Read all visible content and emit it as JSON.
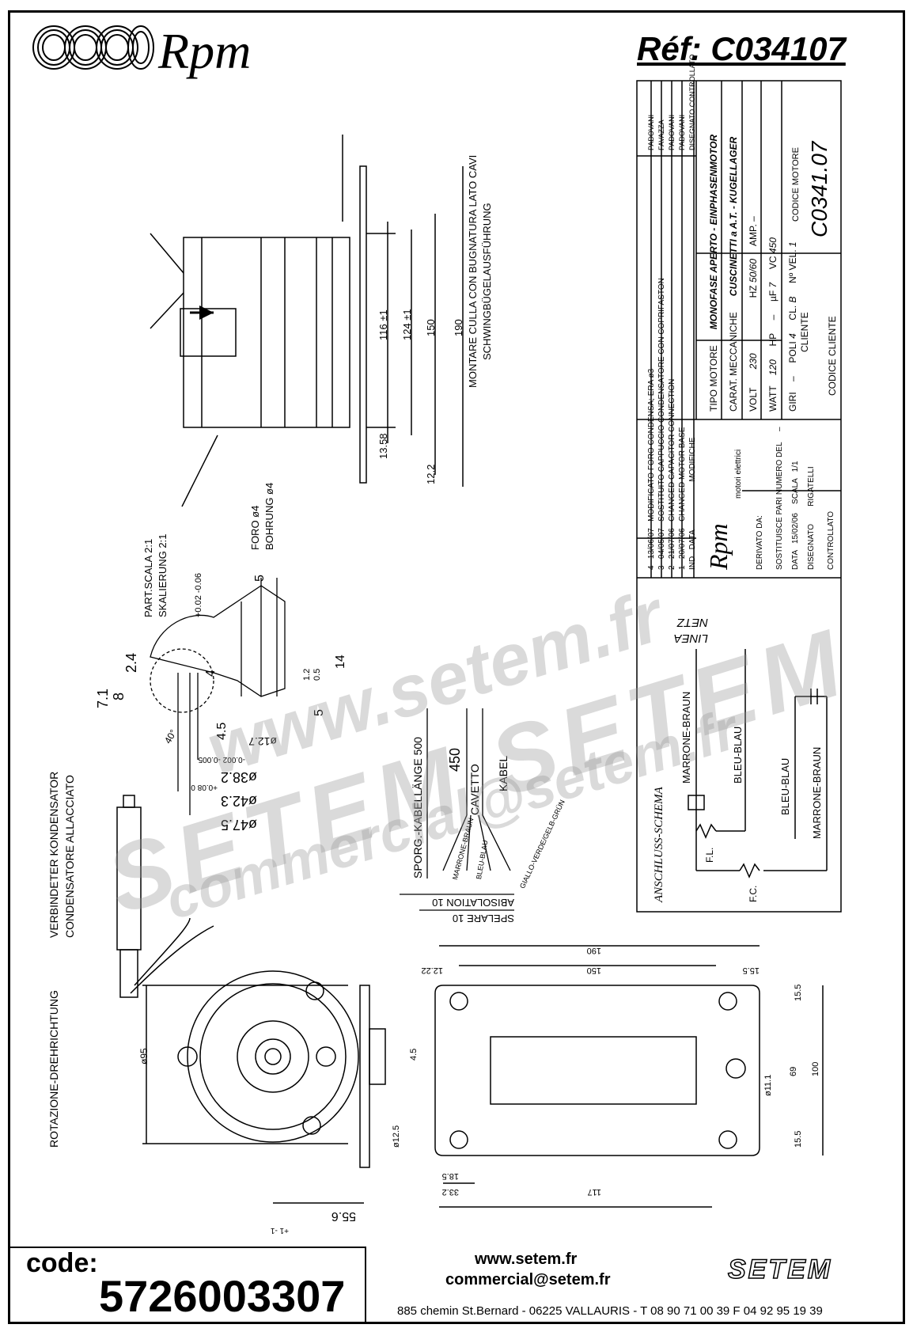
{
  "header": {
    "brand": "Rpm",
    "reference": "Réf:  C034107"
  },
  "title_block": {
    "modifications": [
      {
        "ind": "4",
        "date": "13/06/07",
        "desc": "MODIFICATO FORO CONDENSA; ERA ø3",
        "by": "PADOVANI"
      },
      {
        "ind": "3",
        "date": "04/05/07",
        "desc": "SOSTITUITO CAPPUCCIO CONDENSATORE CON COPRIFASTON",
        "by": "FAVAZZA"
      },
      {
        "ind": "2",
        "date": "21/07/06",
        "desc": "CHANGED CAPACITOR CONNECTION",
        "by": "PADOVANI"
      },
      {
        "ind": "1",
        "date": "20/07/06",
        "desc": "CHANGED MOTOR BASE",
        "by": "PADOVANI"
      }
    ],
    "col_ind": "IND",
    "col_data": "DATA",
    "col_mod": "MODIFICHE",
    "disegnato": "DISEGNATO",
    "controllato": "CONTROLLATO",
    "tipo_label": "TIPO MOTORE",
    "tipo_value": "MONOFASE APERTO - EINPHASENMOTOR",
    "carat_label": "CARAT. MECCANICHE",
    "carat_value": "CUSCINETTI a A.T. - KUGELLAGER",
    "volt_label": "VOLT",
    "volt": "230",
    "hz_label": "HZ",
    "hz": "50/60",
    "amp_label": "AMP.",
    "amp": "–",
    "watt_label": "WATT",
    "watt": "120",
    "hp_label": "HP",
    "hp": "–",
    "uf_label": "µF",
    "uf": "7",
    "vc_label": "VC",
    "vc": "450",
    "giri_label": "GIRI",
    "giri": "–",
    "poli_label": "POLI",
    "poli": "4",
    "cl_label": "CL.",
    "cl": "B",
    "nvel_label": "Nº VEL.",
    "nvel": "1",
    "cliente": "CLIENTE",
    "codice_cliente": "CODICE CLIENTE",
    "codice_motore_label": "CODICE MOTORE",
    "codice_motore": "C0341.07",
    "derivato": "DERIVATO DA:",
    "sostituisce": "SOSTITUISCE PARI NUMERO DEL",
    "data_label": "DATA",
    "data": "15/02/06",
    "scala_label": "SCALA",
    "scala": "1/1",
    "disegnato_by": "RIGATELLI",
    "rpm_sub": "motori elettrici"
  },
  "schema": {
    "title": "ANSCHLUSS-SCHEMA",
    "linea": "LINEA",
    "netz": "NETZ",
    "marrone_braun": "MARRONE-BRAUN",
    "bleu_blau": "BLEU-BLAU",
    "fl": "F.L.",
    "fc": "F.C."
  },
  "labels": {
    "montare": "MONTARE CULLA CON BUGNATURA LATO CAVI",
    "schwing": "SCHWINGBÜGELAUSFÜHRUNG",
    "foro": "FORO ø4",
    "bohrung": "BOHRUNG ø4",
    "part_scala": "PART.SCALA 2:1",
    "skalierung": "SKALIERUNG 2:1",
    "verbindeter": "VERBINDETER KONDENSATOR",
    "condensatore": "CONDENSATORE ALLACCIATO",
    "rotazione": "ROTAZIONE-DREHRICHTUNG",
    "sporg": "SPORG.-KABELLÄNGE 500",
    "cavetto": "CAVETTO",
    "kabel": "KABEL",
    "abisolation": "ABISOLATION 10",
    "spelare": "SPELARE 10",
    "wire_brown": "MARRONE-BRAUN",
    "wire_blue": "BLEU-BLAU",
    "wire_gy": "GIALLO-VERDE/GELB-GRÜN"
  },
  "dimensions": {
    "d116": "116 ±1",
    "d124": "124 ±1",
    "d150": "150",
    "d190": "190",
    "d13_58": "13.58",
    "d12_2": "12.2",
    "d5": "5",
    "tol5": "+0.02 -0.06",
    "d2_4": "2.4",
    "d7_1": "7.1",
    "d8": "8",
    "d4": "4",
    "d4_5": "4.5",
    "d14": "14",
    "d1_2": "1.2",
    "d0_5": "0.5",
    "d5b": "5",
    "d40": "40°",
    "d12_7": "ø12.7",
    "tol12_7": "-0.002 -0.005",
    "d38_2": "ø38.2",
    "tol38_2": "+0.08 0",
    "d42_3": "ø42.3",
    "d47_5": "ø47.5",
    "d450": "450",
    "b190": "190",
    "b150": "150",
    "b12_22": "12.22",
    "b15_5": "15.5",
    "b95": "ø95",
    "b100": "100",
    "b69": "69",
    "b11_1": "ø11.1",
    "b15_5b": "15.5",
    "b15_5c": "15.5",
    "b4_5": "4.5",
    "b12_5": "ø12.5",
    "b18_5": "18.5",
    "b33_2": "33.2",
    "b117": "117",
    "b55_6": "55.6",
    "b_tol": "+1 -1"
  },
  "watermark": {
    "line1": "www.setem.fr",
    "line2": "SETEM SETEM",
    "line3": "commercial@setem.fr"
  },
  "footer": {
    "code_label": "code:",
    "code_value": "5726003307",
    "website": "www.setem.fr",
    "email": "commercial@setem.fr",
    "address": "885 chemin St.Bernard  -  06225 VALLAURIS  -  T 08 90 71 00 39   F 04 92 95 19 39",
    "setem_logo": "SETEM"
  }
}
